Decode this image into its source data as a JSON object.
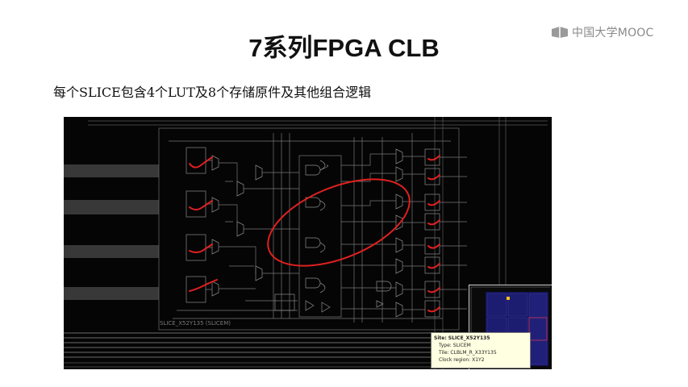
{
  "logo": {
    "text": "中国大学MOOC",
    "icon": "mooc-logo-icon"
  },
  "slide": {
    "title": "7系列FPGA CLB",
    "subtitle": "每个SLICE包含4个LUT及8个存储原件及其他组合逻辑"
  },
  "schematic": {
    "slice_label": "SLICE_X52Y135 (SLICEM)",
    "annotation_color": "#e02020",
    "background_color": "#050505",
    "wire_color": "#8c8c8c"
  },
  "tooltip": {
    "site": "Site: SLICE_X52Y135",
    "type": "Type: SLICEM",
    "tile": "Tile: CLBLM_R_X33Y135",
    "clock_region": "Clock region: X1Y2"
  }
}
